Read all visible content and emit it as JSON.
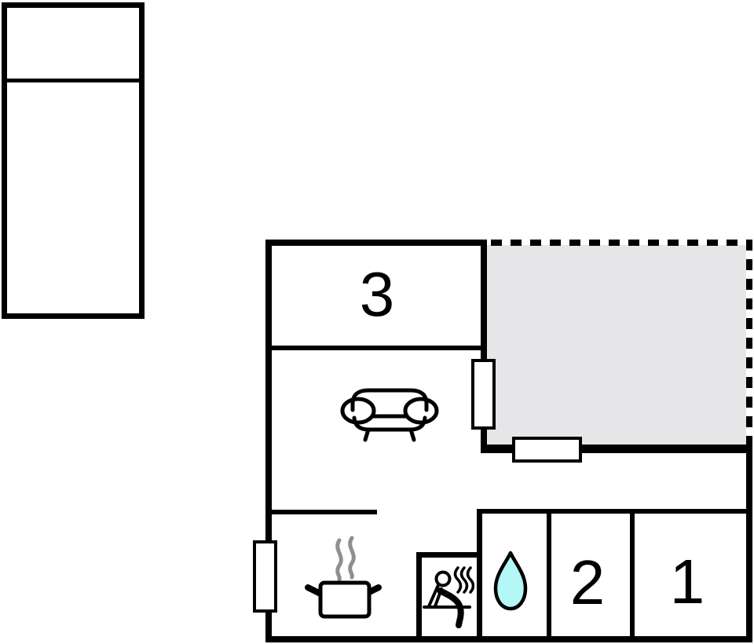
{
  "floor_plan": {
    "rooms": [
      {
        "id": "room-3",
        "label": "3"
      },
      {
        "id": "room-2",
        "label": "2"
      },
      {
        "id": "room-1",
        "label": "1"
      }
    ],
    "icons": [
      {
        "name": "single-bed-icon",
        "meaning": "separate single bed / annex"
      },
      {
        "name": "sofa-icon",
        "meaning": "living room sofa"
      },
      {
        "name": "cooking-pot-icon",
        "meaning": "kitchen"
      },
      {
        "name": "sauna-icon",
        "meaning": "sauna"
      },
      {
        "name": "water-drop-icon",
        "meaning": "bathroom"
      }
    ],
    "colors": {
      "wall": "#000000",
      "terrace-fill": "#e6e6e8",
      "water-drop-fill": "#b3f7f7",
      "steam": "#8f8f8f",
      "background": "#ffffff"
    }
  }
}
